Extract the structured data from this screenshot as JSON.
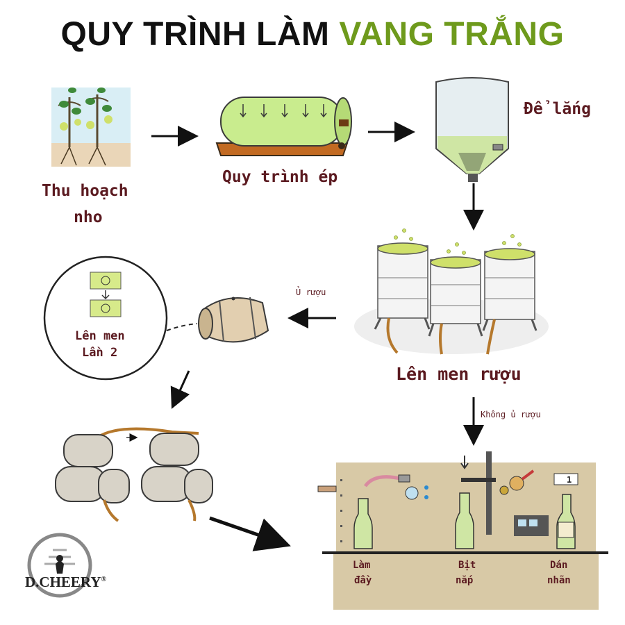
{
  "title": {
    "part1": "QUY TRÌNH LÀM",
    "part2": "VANG TRẮNG"
  },
  "steps": {
    "harvest": {
      "label_line1": "Thu hoạch",
      "label_line2": "nho"
    },
    "press": {
      "label": "Quy trình ép"
    },
    "settle": {
      "label": "Để lắng"
    },
    "fermentation": {
      "label": "Lên men rượu"
    },
    "aging": {
      "label": "Ủ rượu"
    },
    "second_fermentation": {
      "label_line1": "Lên men",
      "label_line2": "Lần 2"
    },
    "no_aging": {
      "label": "Không ủ rượu"
    },
    "bottling": {
      "fill_line1": "Làm",
      "fill_line2": "đầy",
      "cap_line1": "Bịt",
      "cap_line2": "nắp",
      "label_line1": "Dán",
      "label_line2": "nhãn",
      "counter": "1"
    }
  },
  "logo": {
    "brand": "D.CHEERY",
    "mark": "®"
  },
  "colors": {
    "title_green": "#6e9a1c",
    "title_black": "#111111",
    "label_brown": "#5b1a20",
    "wine_green": "#cfe6a4"
  }
}
